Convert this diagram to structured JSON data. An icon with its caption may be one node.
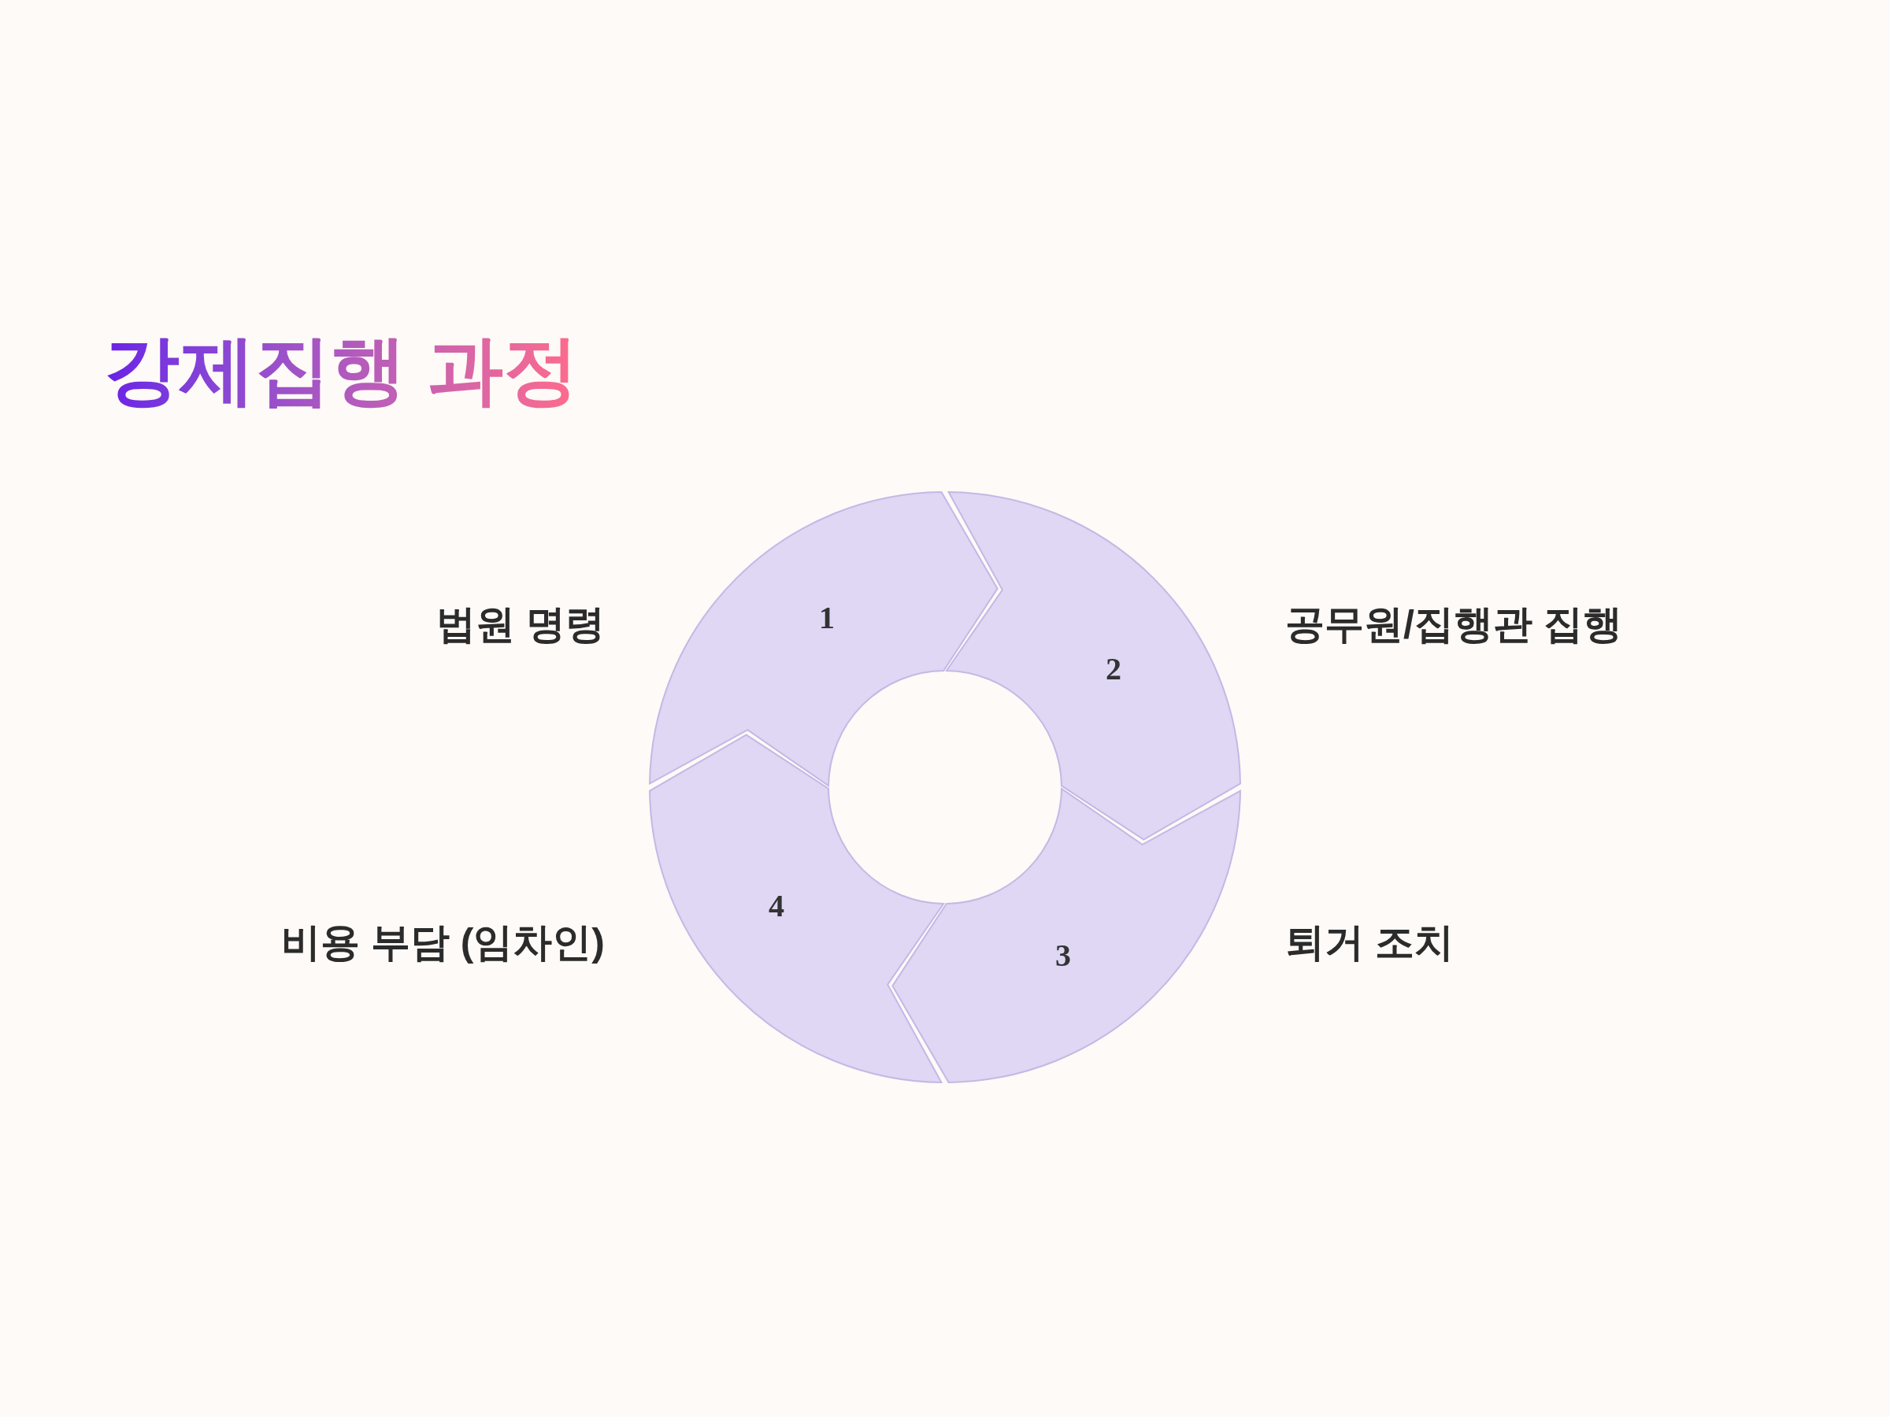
{
  "diagram": {
    "title": "강제집행 과정",
    "nodes": [
      {
        "text": [
          "1"
        ],
        "beside": [
          "법원 명령"
        ]
      },
      {
        "text": [
          "2"
        ],
        "beside": [
          "공무원/집행관 집행"
        ]
      },
      {
        "text": [
          "3"
        ],
        "beside": [
          "퇴거 조치"
        ]
      },
      {
        "text": [
          "4"
        ],
        "beside": [
          "비용 부담 (임차인)"
        ]
      }
    ]
  }
}
